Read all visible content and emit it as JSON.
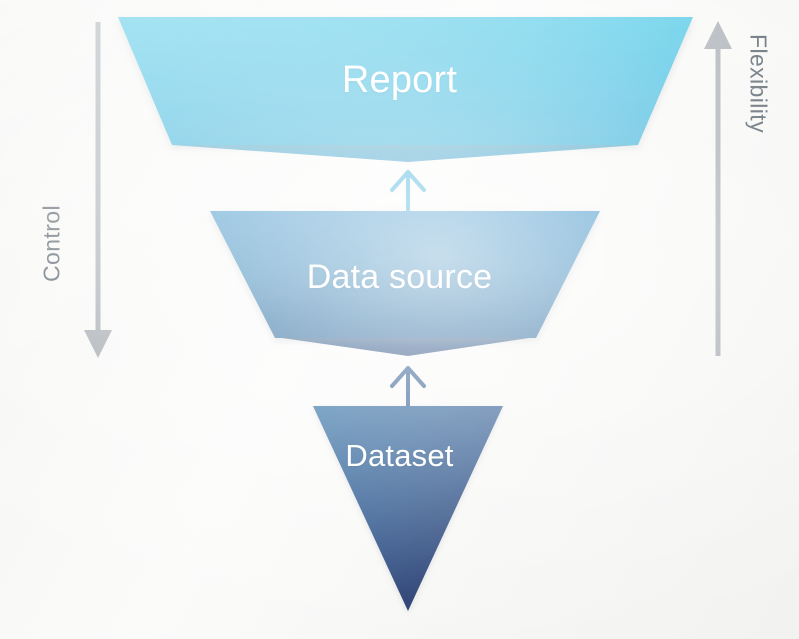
{
  "diagram": {
    "type": "inverted-funnel-hierarchy",
    "background_color": "#f7f7f5",
    "stages": [
      {
        "id": "report",
        "label": "Report",
        "shape": "trapezoid",
        "level": 1,
        "fill_top": "#2bb8df",
        "fill_bottom": "#17a6d4",
        "shadow_color": "#1b8fc0"
      },
      {
        "id": "data-source",
        "label": "Data source",
        "shape": "trapezoid",
        "level": 2,
        "fill_top": "#2382be",
        "fill_bottom": "#1f5e96",
        "shadow_color": "#1d4a84"
      },
      {
        "id": "dataset",
        "label": "Dataset",
        "shape": "inverted-triangle",
        "level": 3,
        "fill_top": "#1d5a93",
        "fill_bottom": "#1b2d63",
        "shadow_color": "#162752"
      }
    ],
    "connectors": [
      {
        "id": "dataset-to-data-source",
        "from": "dataset",
        "to": "data-source",
        "direction": "up",
        "color": "#1f4f87"
      },
      {
        "id": "data-source-to-report",
        "from": "data-source",
        "to": "report",
        "direction": "up",
        "color": "#1fa4d4"
      }
    ],
    "axes": [
      {
        "id": "control-axis",
        "label": "Control",
        "side": "left",
        "direction": "down",
        "color": "#9aa1a8",
        "text_color": "#3d4a55"
      },
      {
        "id": "flexibility-axis",
        "label": "Flexibility",
        "side": "right",
        "direction": "up",
        "color": "#9aa1a8",
        "text_color": "#3d4a55"
      }
    ]
  }
}
